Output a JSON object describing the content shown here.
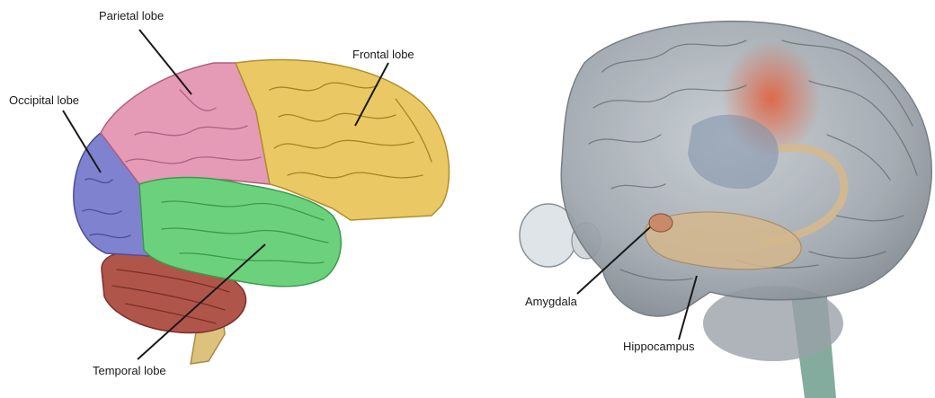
{
  "left_panel": {
    "labels": {
      "parietal": "Parietal lobe",
      "frontal": "Frontal lobe",
      "occipital": "Occipital lobe",
      "temporal": "Temporal lobe"
    },
    "colors": {
      "parietal": "#e59ab6",
      "frontal": "#eac964",
      "occipital": "#7f83cf",
      "temporal": "#6cd17c",
      "cerebellum": "#b0554a",
      "brainstem": "#dcc27c"
    }
  },
  "right_panel": {
    "labels": {
      "amygdala": "Amygdala",
      "hippocampus": "Hippocampus"
    },
    "colors": {
      "cortex": "#9aa1a8",
      "hippocampus": "#d5b88c",
      "amygdala": "#c98a6a",
      "highlight": "#d9603f",
      "brainstem": "#6f9e8d"
    }
  }
}
